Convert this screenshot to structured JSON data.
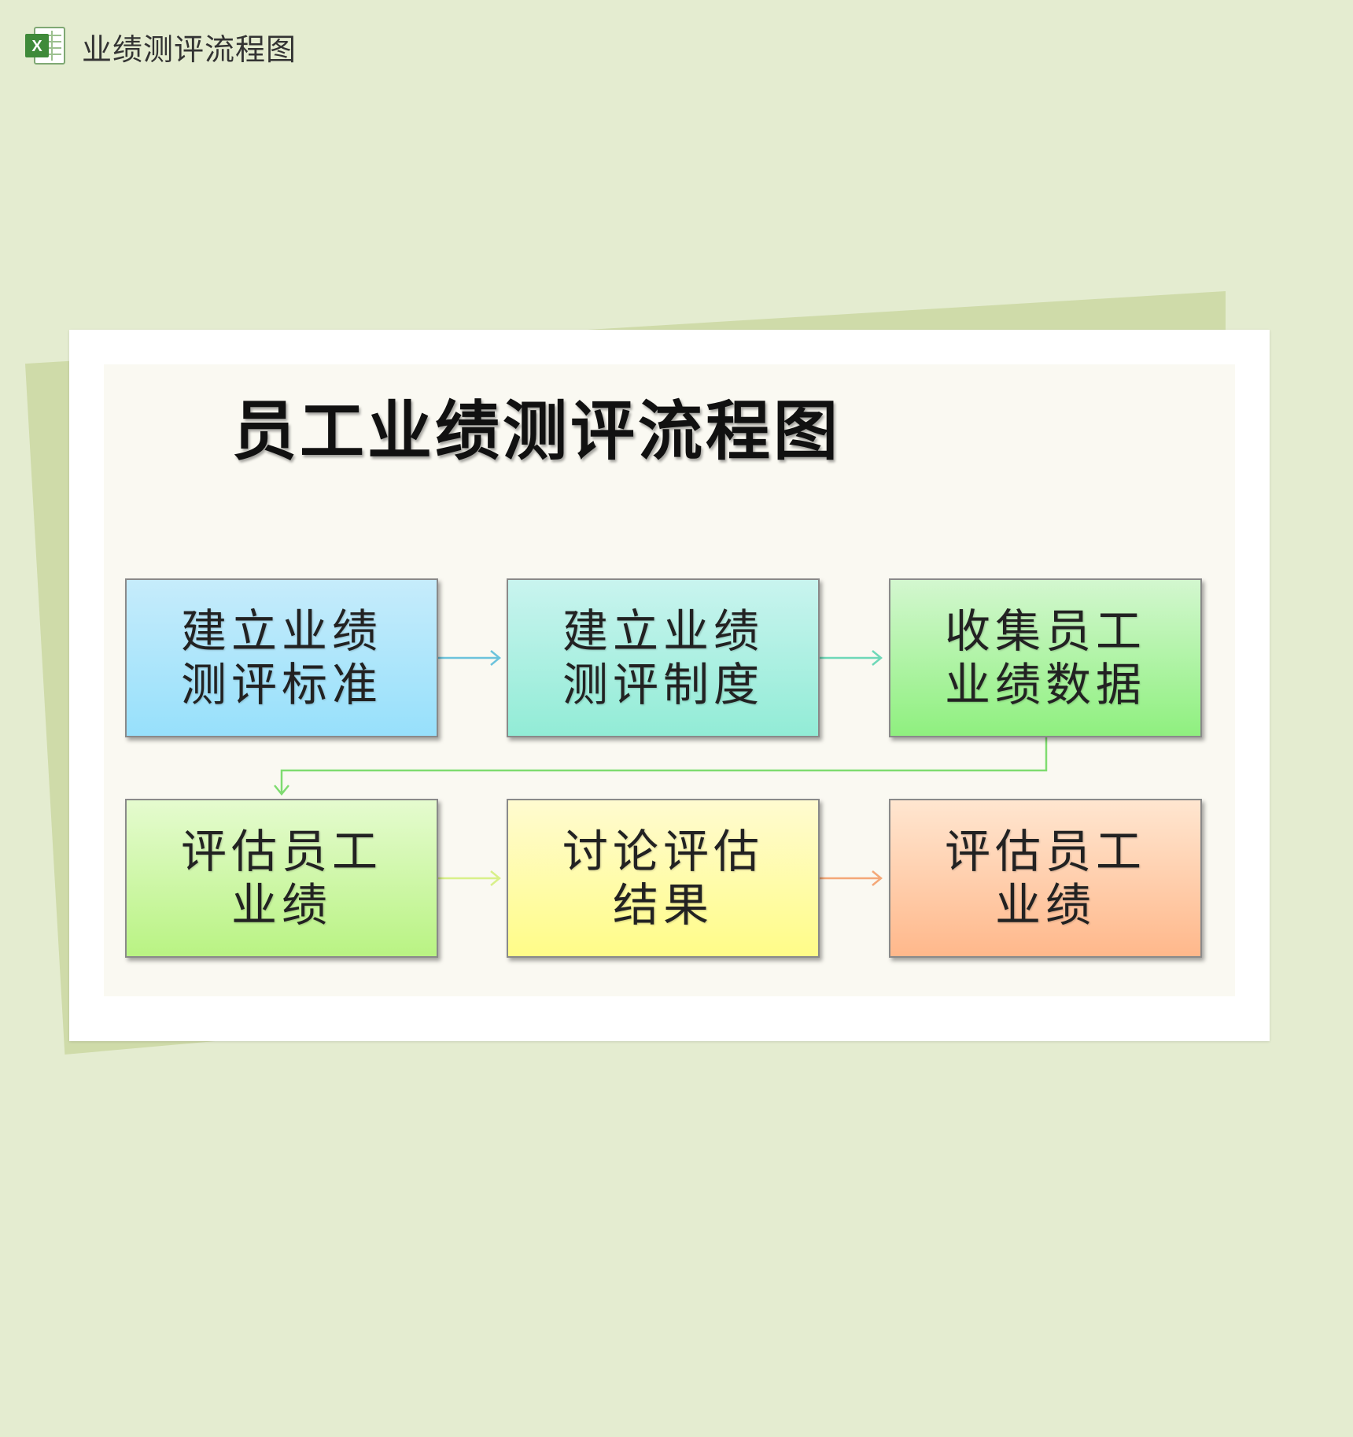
{
  "header": {
    "title": "业绩测评流程图",
    "icon": "excel-file-icon"
  },
  "diagram": {
    "title": "员工业绩测评流程图",
    "steps": [
      {
        "line1": "建立业绩",
        "line2": "测评标准",
        "color_top": "#c6ecfb",
        "color_bottom": "#97e0fb"
      },
      {
        "line1": "建立业绩",
        "line2": "测评制度",
        "color_top": "#c9f4ef",
        "color_bottom": "#92ecd6"
      },
      {
        "line1": "收集员工",
        "line2": "业绩数据",
        "color_top": "#d3f7cf",
        "color_bottom": "#8ff07f"
      },
      {
        "line1": "评估员工",
        "line2": "业绩",
        "color_top": "#e5fbcf",
        "color_bottom": "#b9f383"
      },
      {
        "line1": "讨论评估",
        "line2": "结果",
        "color_top": "#fffbd0",
        "color_bottom": "#fffc88"
      },
      {
        "line1": "评估员工",
        "line2": "业绩",
        "color_top": "#ffe6d0",
        "color_bottom": "#ffb88b"
      }
    ],
    "arrow_colors": {
      "a1": "#6cc3dc",
      "a2": "#6ed8b8",
      "connector": "#7fdc70",
      "a4": "#d8f08a",
      "a5": "#f4a878"
    }
  }
}
